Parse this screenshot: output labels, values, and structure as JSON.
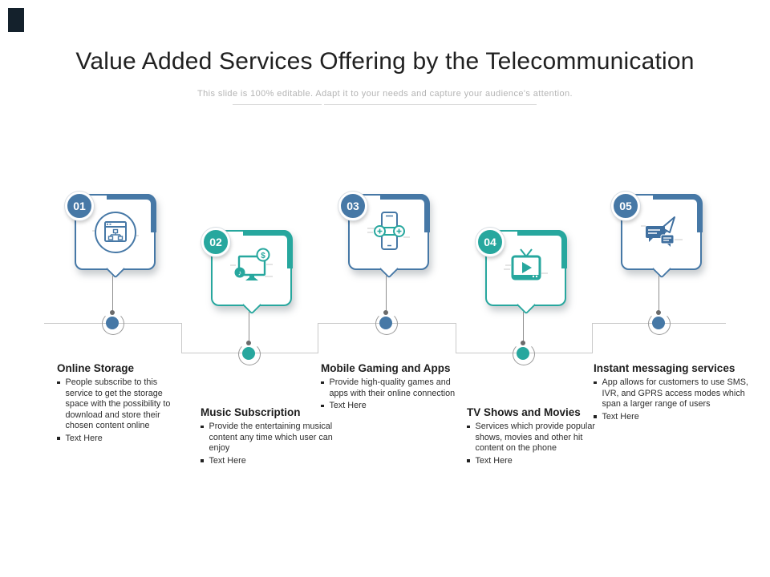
{
  "slide": {
    "title": "Value Added Services Offering by the Telecommunication",
    "subtitle": "This slide is  100% editable.  Adapt it  to your needs and capture your audience's attention.",
    "colors": {
      "blue_accent": "#4678A6",
      "teal_accent": "#27A79E",
      "timeline_gray": "#C9C9C9",
      "subtitle_gray": "#B4B4B4",
      "corner_mark": "#14212C"
    },
    "items": [
      {
        "number": "01",
        "theme": "blue",
        "icon": "online-storage-icon",
        "heading": "Online Storage",
        "bullets": [
          "People subscribe to this service to get the storage space with the possibility to download and store their chosen content online",
          "Text Here"
        ]
      },
      {
        "number": "02",
        "theme": "teal",
        "icon": "music-subscription-icon",
        "heading": "Music Subscription",
        "bullets": [
          "Provide the entertaining musical content any time which user can enjoy",
          "Text Here"
        ]
      },
      {
        "number": "03",
        "theme": "blue",
        "icon": "mobile-gaming-icon",
        "heading": "Mobile Gaming and Apps",
        "bullets": [
          "Provide high-quality games and apps with their online connection",
          "Text Here"
        ]
      },
      {
        "number": "04",
        "theme": "teal",
        "icon": "tv-shows-icon",
        "heading": "TV Shows and Movies",
        "bullets": [
          "Services which provide popular shows, movies and other hit content on the phone",
          "Text Here"
        ]
      },
      {
        "number": "05",
        "theme": "blue",
        "icon": "instant-messaging-icon",
        "heading": "Instant messaging services",
        "bullets": [
          "App allows for customers to use SMS, IVR, and GPRS access modes which span a larger range of users",
          "Text Here"
        ]
      }
    ]
  }
}
